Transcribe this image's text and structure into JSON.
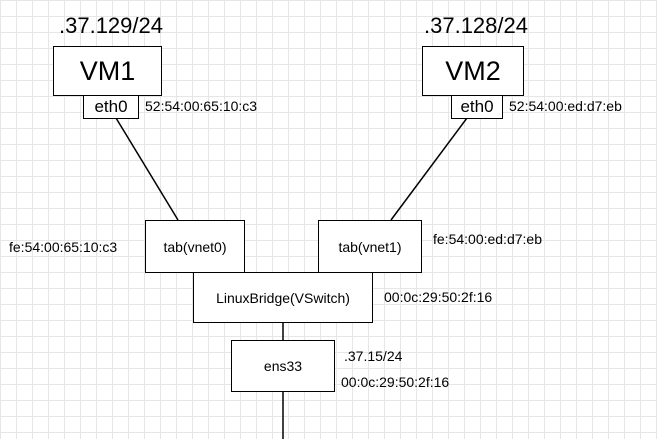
{
  "vm1": {
    "name": "VM1",
    "ip": ".37.129/24",
    "iface": "eth0",
    "mac": "52:54:00:65:10:c3"
  },
  "vm2": {
    "name": "VM2",
    "ip": ".37.128/24",
    "iface": "eth0",
    "mac": "52:54:00:ed:d7:eb"
  },
  "tap0": {
    "label": "tab(vnet0)",
    "mac": "fe:54:00:65:10:c3"
  },
  "tap1": {
    "label": "tab(vnet1)",
    "mac": "fe:54:00:ed:d7:eb"
  },
  "bridge": {
    "label": "LinuxBridge(VSwitch)",
    "mac": "00:0c:29:50:2f:16"
  },
  "physical": {
    "label": "ens33",
    "ip": ".37.15/24",
    "mac": "00:0c:29:50:2f:16"
  }
}
